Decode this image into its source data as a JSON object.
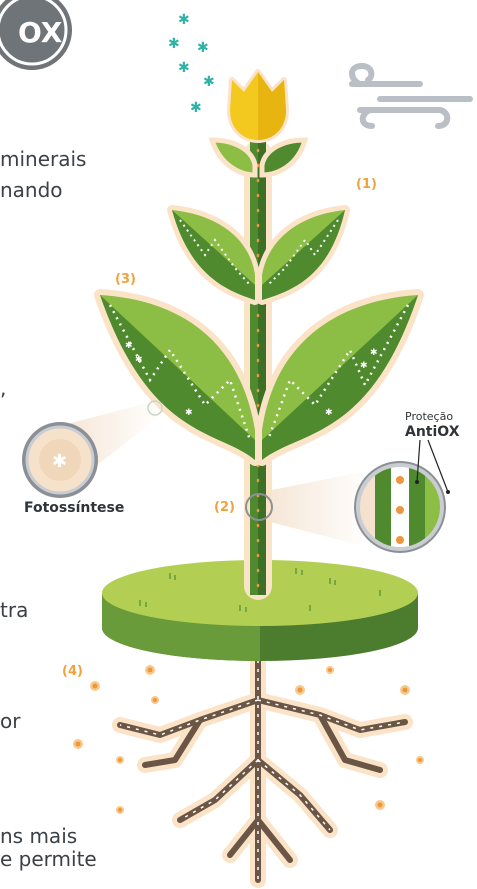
{
  "logo": {
    "text": "OX"
  },
  "left_text": {
    "line1": "minerais",
    "line2": "nando",
    "line3": ",",
    "line4": "tra",
    "line5": "or",
    "line6": "ns mais",
    "line7": "e permite"
  },
  "markers": {
    "m1": "(1)",
    "m2": "(2)",
    "m3": "(3)",
    "m4": "(4)"
  },
  "callouts": {
    "photosynthesis": "Fotossíntese",
    "protection_top": "Proteção",
    "protection_bottom": "AntiOX"
  },
  "colors": {
    "leaf_dark": "#4f8a2e",
    "leaf_light": "#8cbd45",
    "flower": "#f3c81f",
    "glow": "#fbe3c8",
    "accent": "#f0963a",
    "root": "#6b5646",
    "sparkle": "#2fb3a6",
    "wind": "#b9bfc4"
  }
}
